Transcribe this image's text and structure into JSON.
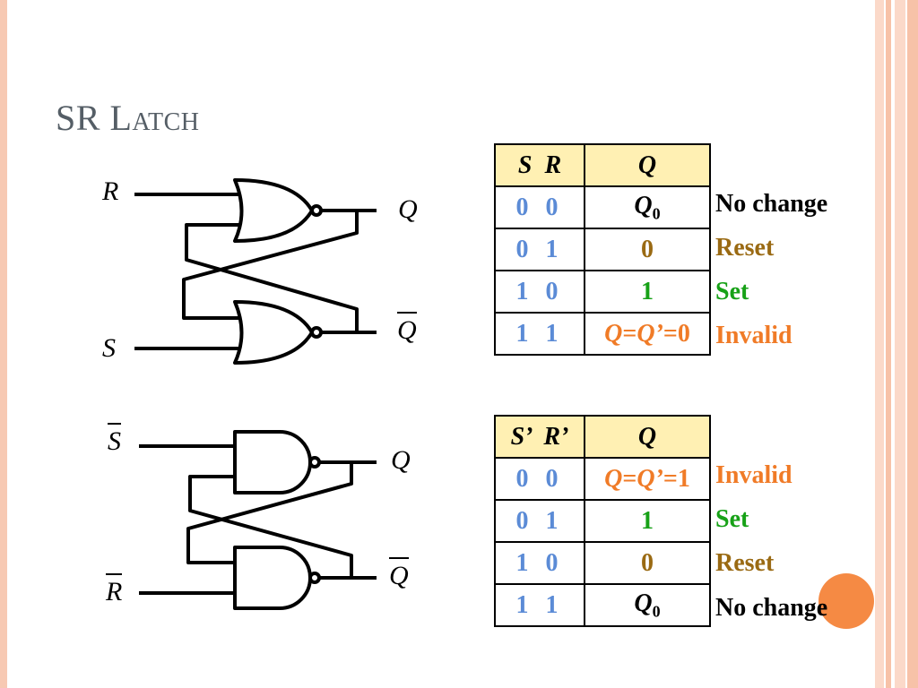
{
  "title": {
    "main": "SR",
    "rest": "Latch"
  },
  "nor_circuit": {
    "input_top": "R",
    "input_bottom": "S",
    "output_top": "Q",
    "output_bottom": "Q"
  },
  "nand_circuit": {
    "input_top": "S",
    "input_bottom": "R",
    "output_top": "Q",
    "output_bottom": "Q"
  },
  "nor_table": {
    "header_in": "S  R",
    "header_out": "Q",
    "rows": [
      {
        "in": "0 0",
        "out_base": "Q",
        "out_sub": "0",
        "state": "No change"
      },
      {
        "in": "0 1",
        "out": "0",
        "state": "Reset"
      },
      {
        "in": "1 0",
        "out": "1",
        "state": "Set"
      },
      {
        "in": "1 1",
        "out_q1": "Q",
        "out_eq": "=",
        "out_q2": "Q’",
        "out_val": "=0",
        "state": "Invalid"
      }
    ]
  },
  "nand_table": {
    "header_in": "S’  R’",
    "header_out": "Q",
    "rows": [
      {
        "in": "0 0",
        "out_q1": "Q",
        "out_eq": "=",
        "out_q2": "Q’",
        "out_val": "=1",
        "state": "Invalid"
      },
      {
        "in": "0 1",
        "out": "1",
        "state": "Set"
      },
      {
        "in": "1 0",
        "out": "0",
        "state": "Reset"
      },
      {
        "in": "1 1",
        "out_base": "Q",
        "out_sub": "0",
        "state": "No change"
      }
    ]
  },
  "colors": {
    "input_bits": "#5b8bd6",
    "reset": "#9a6a13",
    "set": "#17a117",
    "invalid": "#f07b27",
    "header_fill": "#fff0b3"
  }
}
